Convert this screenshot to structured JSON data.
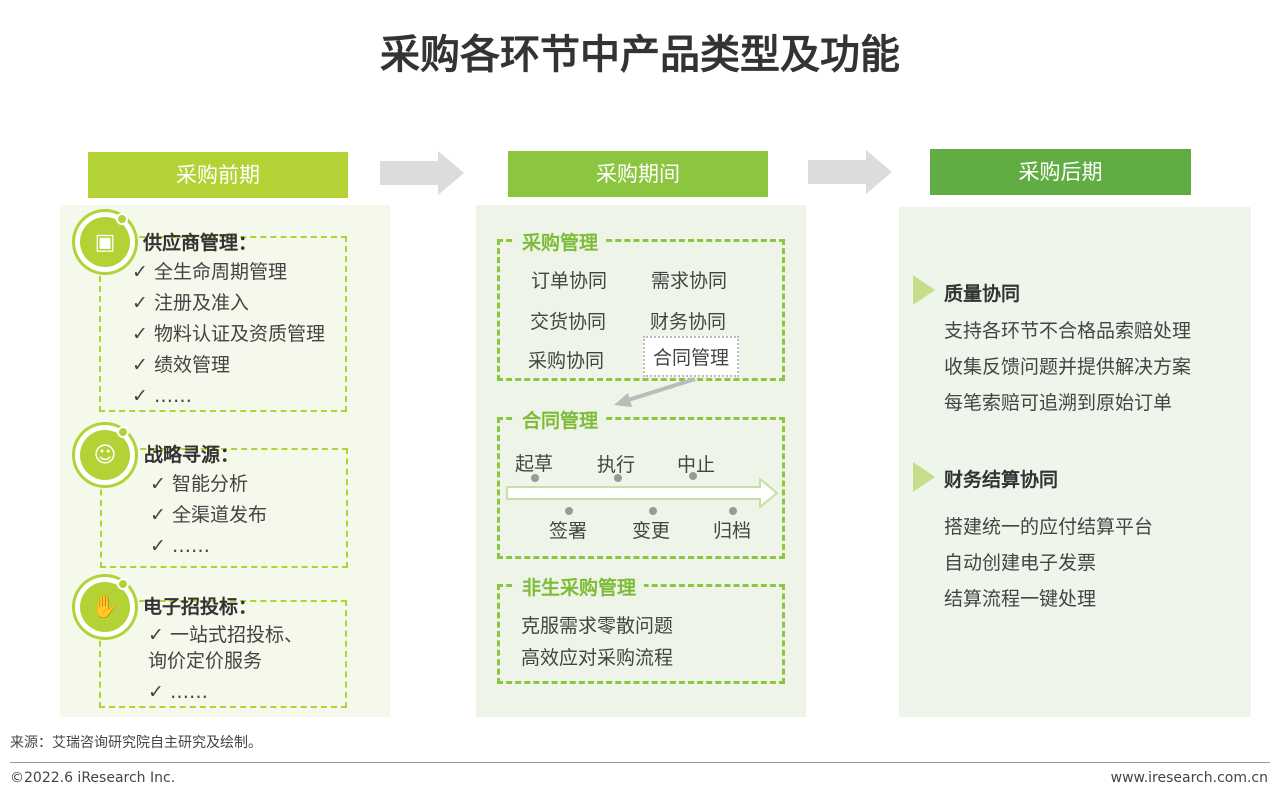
{
  "title": "采购各环节中产品类型及功能",
  "stages": [
    {
      "label": "采购前期",
      "color": "#b2d235"
    },
    {
      "label": "采购期间",
      "color": "#8cc63f"
    },
    {
      "label": "采购后期",
      "color": "#62ad43"
    }
  ],
  "early": [
    {
      "icon": "contact-book-icon",
      "title": "供应商管理：",
      "items": [
        "✓ 全生命周期管理",
        "✓ 注册及准入",
        "✓ 物料认证及资质管理",
        "✓ 绩效管理",
        "✓ ……"
      ]
    },
    {
      "icon": "brain-head-icon",
      "title": "战略寻源：",
      "items": [
        "✓ 智能分析",
        "✓ 全渠道发布",
        "✓ ……"
      ]
    },
    {
      "icon": "handshake-icon",
      "title": "电子招投标：",
      "items": [
        "✓ 一站式招投标、",
        "询价定价服务",
        "✓ ……"
      ]
    }
  ],
  "middle": {
    "procurement": {
      "title": "采购管理",
      "items": [
        "订单协同",
        "需求协同",
        "交货协同",
        "财务协同",
        "采购协同",
        "合同管理"
      ]
    },
    "contract": {
      "title": "合同管理",
      "top": [
        "起草",
        "执行",
        "中止"
      ],
      "bottom": [
        "签署",
        "变更",
        "归档"
      ]
    },
    "nonproduction": {
      "title": "非生采购管理",
      "items": [
        "克服需求零散问题",
        "高效应对采购流程"
      ]
    }
  },
  "late": [
    {
      "title": "质量协同",
      "items": [
        "支持各环节不合格品索赔处理",
        "收集反馈问题并提供解决方案",
        "每笔索赔可追溯到原始订单"
      ]
    },
    {
      "title": "财务结算协同",
      "items": [
        "搭建统一的应付结算平台",
        "自动创建电子发票",
        "结算流程一键处理"
      ]
    }
  ],
  "footer": {
    "source": "来源：艾瑞咨询研究院自主研究及绘制。",
    "copyright": "©2022.6 iResearch Inc.",
    "url": "www.iresearch.com.cn"
  }
}
